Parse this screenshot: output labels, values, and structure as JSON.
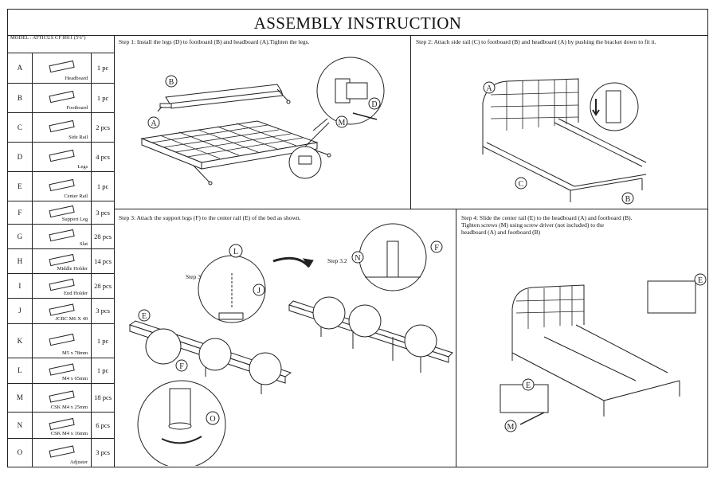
{
  "title": "ASSEMBLY INSTRUCTION",
  "model": "MODEL : ATTICUS CF 8911 (5'6\")",
  "parts": [
    {
      "letter": "A",
      "name": "Headboard",
      "qty": "1 pc"
    },
    {
      "letter": "B",
      "name": "Footboard",
      "qty": "1 pc"
    },
    {
      "letter": "C",
      "name": "Side Rail",
      "qty": "2 pcs"
    },
    {
      "letter": "D",
      "name": "Legs",
      "qty": "4 pcs"
    },
    {
      "letter": "E",
      "name": "Center Rail",
      "qty": "1 pc"
    },
    {
      "letter": "F",
      "name": "Support Leg",
      "qty": "3 pcs"
    },
    {
      "letter": "G",
      "name": "Slat",
      "qty": "28 pcs"
    },
    {
      "letter": "H",
      "name": "Middle Holder",
      "qty": "14 pcs"
    },
    {
      "letter": "I",
      "name": "End Holder",
      "qty": "28 pcs"
    },
    {
      "letter": "J",
      "name": "JCBC M6 X 40",
      "qty": "3 pcs"
    },
    {
      "letter": "K",
      "name": "M5 x 78mm",
      "qty": "1 pc"
    },
    {
      "letter": "L",
      "name": "M4 x 65mm",
      "qty": "1 pc"
    },
    {
      "letter": "M",
      "name": "CSK M4 x 25mm",
      "qty": "18 pcs"
    },
    {
      "letter": "N",
      "name": "CSK M4 x 16mm",
      "qty": "6 pcs"
    },
    {
      "letter": "O",
      "name": "Adjuster",
      "qty": "3 pcs"
    }
  ],
  "steps": {
    "s1": "Step 1: Install the legs (D) to footboard (B) and headboard (A).Tighten the legs.",
    "s2": "Step 2: Attach side rail (C) to footboard (B) and headboard (A) by pushing the bracket down to fit it.",
    "s3": "Step 3: Attach the support legs (F) to the center rail (E) of  the bed as shown.",
    "s3_1": "Step 3.1",
    "s3_2": "Step 3.2",
    "s4": "Step 4: Slide the center rail (E) to the headboard (A) and footboard (B).\n            Tighten  screws (M) using screw driver (not included) to the\n            headboard (A) and footboard (B)"
  },
  "callouts": {
    "A": "A",
    "B": "B",
    "C": "C",
    "D": "D",
    "E": "E",
    "F": "F",
    "L": "L",
    "J": "J",
    "M": "M",
    "N": "N",
    "O": "O"
  }
}
